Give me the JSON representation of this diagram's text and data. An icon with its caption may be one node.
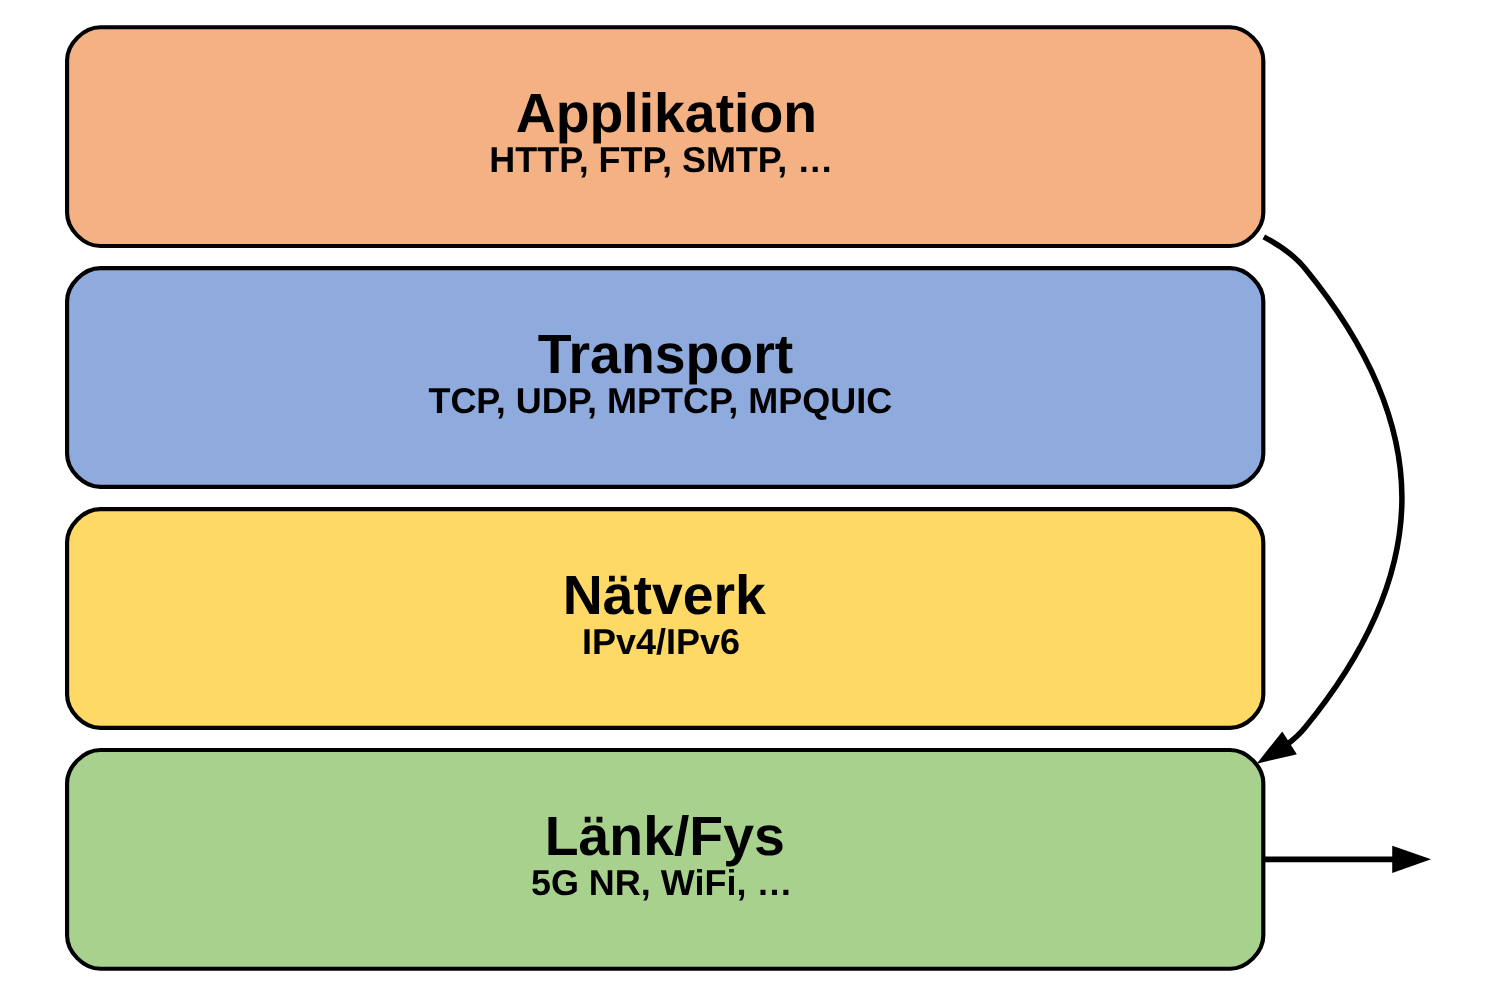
{
  "diagram": {
    "nodes": [
      {
        "text": [
          "Applikation",
          "HTTP, FTP, SMTP, …"
        ]
      },
      {
        "text": [
          "Transport",
          "TCP, UDP, MPTCP, MPQUIC"
        ]
      },
      {
        "text": [
          "Nätverk",
          "IPv4/IPv6"
        ]
      },
      {
        "text": [
          "Länk/Fys",
          "5G NR, WiFi, …"
        ]
      }
    ],
    "edges": [
      {
        "from": 0,
        "to": 3,
        "arrow": "to"
      },
      {
        "from": 3,
        "to": null,
        "arrow": "to"
      }
    ]
  }
}
